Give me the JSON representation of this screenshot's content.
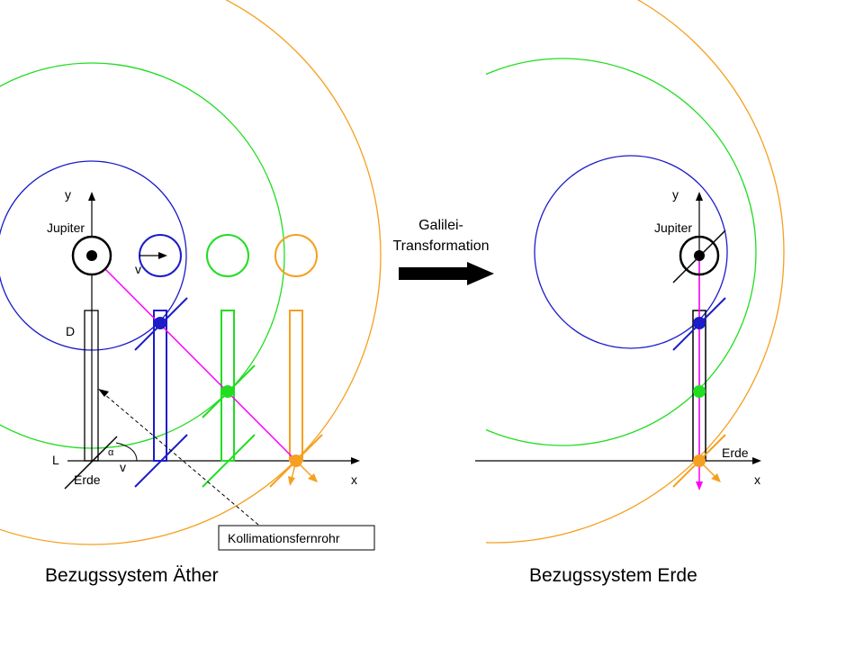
{
  "colors": {
    "blue": "#1c1cc8",
    "green": "#22dd22",
    "orange": "#f5a020",
    "magenta": "#ff00ff",
    "black": "#000000"
  },
  "left": {
    "axis_y": "y",
    "axis_x": "x",
    "jupiter": "Jupiter",
    "velocity": "v",
    "distance": "D",
    "length": "L",
    "alpha": "α",
    "velocity_bottom": "v",
    "earth": "Erde",
    "telescope_label": "Kollimationsfernrohr",
    "caption": "Bezugssystem Äther"
  },
  "transform": {
    "line1": "Galilei-",
    "line2": "Transformation"
  },
  "right": {
    "axis_y": "y",
    "axis_x": "x",
    "jupiter": "Jupiter",
    "earth": "Erde",
    "caption": "Bezugssystem Erde"
  }
}
